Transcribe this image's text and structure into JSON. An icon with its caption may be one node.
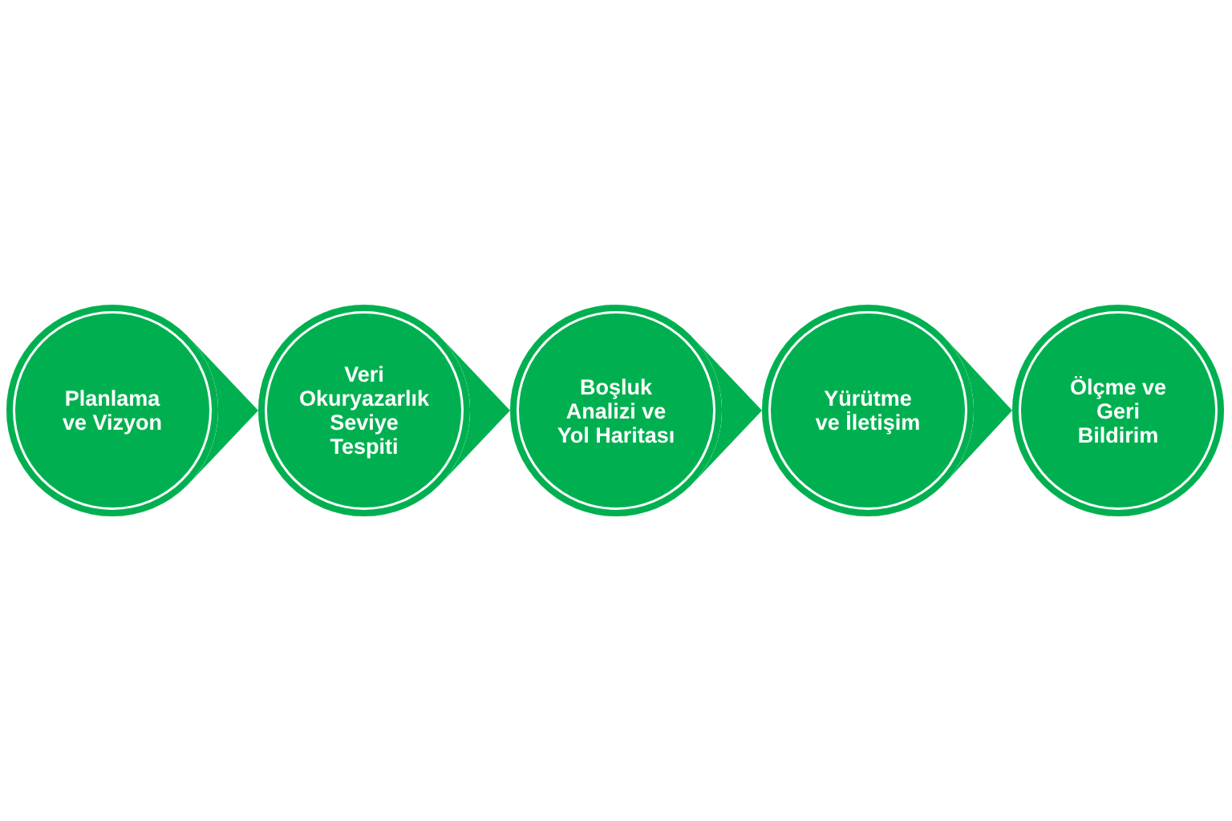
{
  "diagram": {
    "nodes": [
      {
        "text": [
          "Planlama ve Vizyon"
        ]
      },
      {
        "text": [
          "Veri Okuryazarlık Seviye Tespiti"
        ]
      },
      {
        "text": [
          "Boşluk Analizi ve Yol Haritası"
        ]
      },
      {
        "text": [
          "Yürütme ve İletişim"
        ]
      },
      {
        "text": [
          "Ölçme ve Geri Bildirim"
        ]
      }
    ],
    "edges": [
      {
        "from": 0,
        "to": 1,
        "arrow": "to"
      },
      {
        "from": 1,
        "to": 2,
        "arrow": "to"
      },
      {
        "from": 2,
        "to": 3,
        "arrow": "to"
      },
      {
        "from": 3,
        "to": 4,
        "arrow": "to"
      }
    ]
  }
}
